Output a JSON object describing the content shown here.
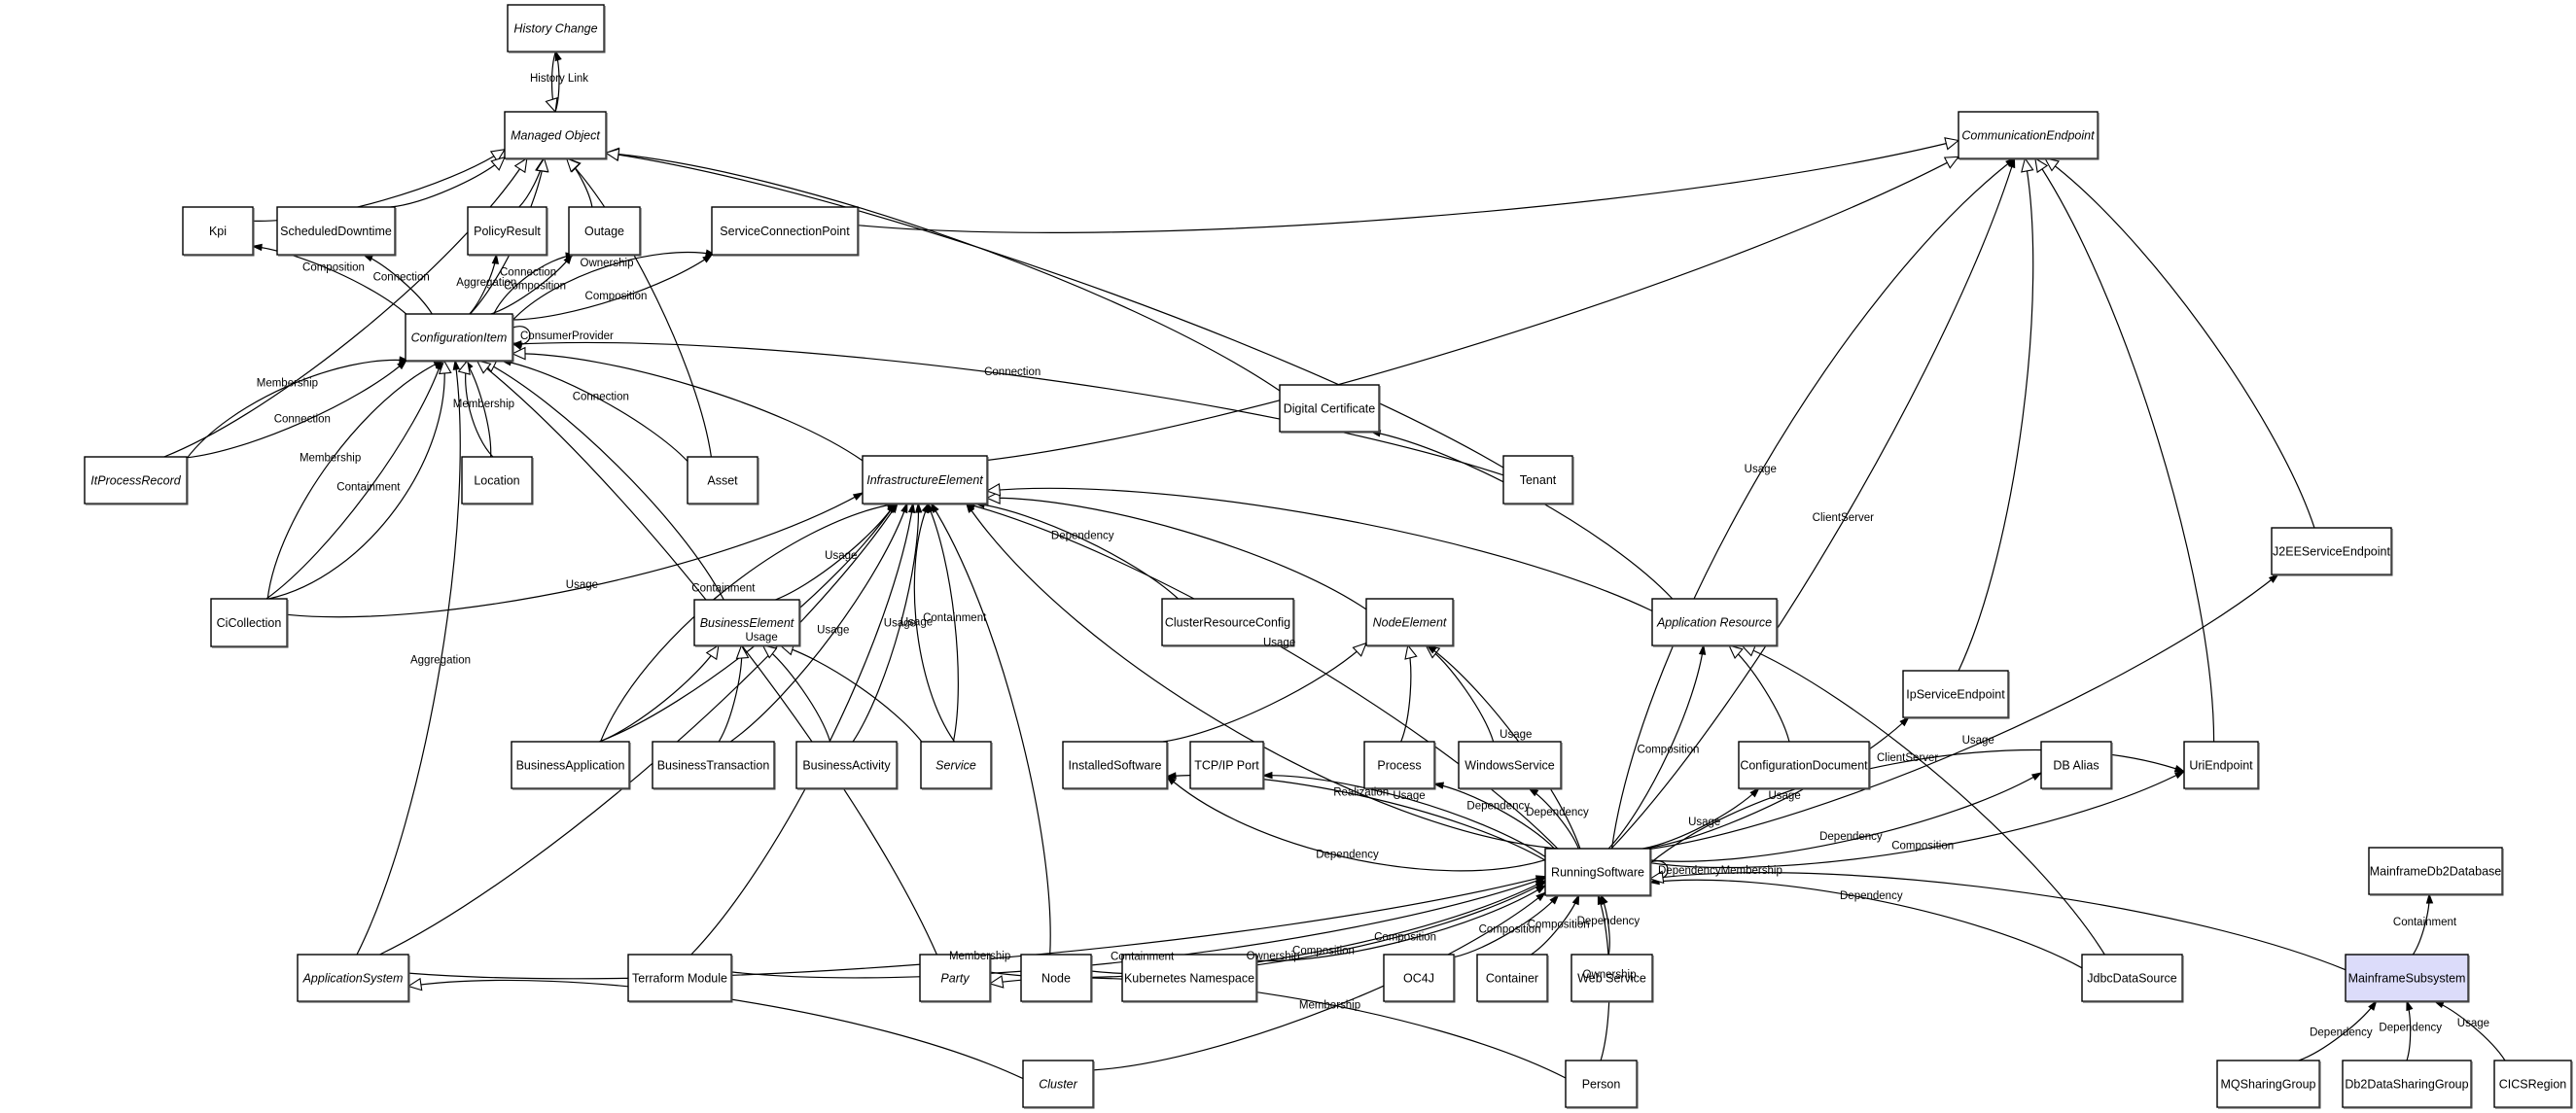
{
  "diagram": {
    "title": "CI Type Class Model",
    "highlight_color": "#dcdcfa",
    "nodes": [
      {
        "id": "history_change",
        "label": "History Change",
        "abstract": true
      },
      {
        "id": "managed_object",
        "label": "Managed Object",
        "abstract": true
      },
      {
        "id": "communication_endpoint",
        "label": "CommunicationEndpoint",
        "abstract": true
      },
      {
        "id": "kpi",
        "label": "Kpi",
        "abstract": false
      },
      {
        "id": "scheduled_downtime",
        "label": "ScheduledDowntime",
        "abstract": false
      },
      {
        "id": "policy_result",
        "label": "PolicyResult",
        "abstract": false
      },
      {
        "id": "outage",
        "label": "Outage",
        "abstract": false
      },
      {
        "id": "service_connection_point",
        "label": "ServiceConnectionPoint",
        "abstract": false
      },
      {
        "id": "configuration_item",
        "label": "ConfigurationItem",
        "abstract": true
      },
      {
        "id": "digital_certificate",
        "label": "Digital Certificate",
        "abstract": false
      },
      {
        "id": "it_process_record",
        "label": "ItProcessRecord",
        "abstract": true
      },
      {
        "id": "location",
        "label": "Location",
        "abstract": false
      },
      {
        "id": "asset",
        "label": "Asset",
        "abstract": false
      },
      {
        "id": "infrastructure_element",
        "label": "InfrastructureElement",
        "abstract": true
      },
      {
        "id": "tenant",
        "label": "Tenant",
        "abstract": false
      },
      {
        "id": "j2ee_service_endpoint",
        "label": "J2EEServiceEndpoint",
        "abstract": false
      },
      {
        "id": "ci_collection",
        "label": "CiCollection",
        "abstract": false
      },
      {
        "id": "business_element",
        "label": "BusinessElement",
        "abstract": true
      },
      {
        "id": "cluster_resource_config",
        "label": "ClusterResourceConfig",
        "abstract": false
      },
      {
        "id": "node_element",
        "label": "NodeElement",
        "abstract": true
      },
      {
        "id": "application_resource",
        "label": "Application Resource",
        "abstract": true
      },
      {
        "id": "ip_service_endpoint",
        "label": "IpServiceEndpoint",
        "abstract": false
      },
      {
        "id": "business_application",
        "label": "BusinessApplication",
        "abstract": false
      },
      {
        "id": "business_transaction",
        "label": "BusinessTransaction",
        "abstract": false
      },
      {
        "id": "business_activity",
        "label": "BusinessActivity",
        "abstract": false
      },
      {
        "id": "service",
        "label": "Service",
        "abstract": true
      },
      {
        "id": "installed_software",
        "label": "InstalledSoftware",
        "abstract": false
      },
      {
        "id": "tcpip_port",
        "label": "TCP/IP Port",
        "abstract": false
      },
      {
        "id": "process",
        "label": "Process",
        "abstract": false
      },
      {
        "id": "windows_service",
        "label": "WindowsService",
        "abstract": false
      },
      {
        "id": "configuration_document",
        "label": "ConfigurationDocument",
        "abstract": false
      },
      {
        "id": "db_alias",
        "label": "DB Alias",
        "abstract": false
      },
      {
        "id": "uri_endpoint",
        "label": "UriEndpoint",
        "abstract": false
      },
      {
        "id": "running_software",
        "label": "RunningSoftware",
        "abstract": false
      },
      {
        "id": "mainframe_db2_database",
        "label": "MainframeDb2Database",
        "abstract": false
      },
      {
        "id": "application_system",
        "label": "ApplicationSystem",
        "abstract": true
      },
      {
        "id": "terraform_module",
        "label": "Terraform Module",
        "abstract": false
      },
      {
        "id": "party",
        "label": "Party",
        "abstract": true
      },
      {
        "id": "node",
        "label": "Node",
        "abstract": false
      },
      {
        "id": "kubernetes_namespace",
        "label": "Kubernetes Namespace",
        "abstract": false
      },
      {
        "id": "oc4j",
        "label": "OC4J",
        "abstract": false
      },
      {
        "id": "container",
        "label": "Container",
        "abstract": false
      },
      {
        "id": "web_service",
        "label": "Web Service",
        "abstract": false
      },
      {
        "id": "jdbc_data_source",
        "label": "JdbcDataSource",
        "abstract": false
      },
      {
        "id": "mainframe_subsystem",
        "label": "MainframeSubsystem",
        "abstract": false,
        "highlighted": true
      },
      {
        "id": "cluster",
        "label": "Cluster",
        "abstract": true
      },
      {
        "id": "person",
        "label": "Person",
        "abstract": false
      },
      {
        "id": "mq_sharing_group",
        "label": "MQSharingGroup",
        "abstract": false
      },
      {
        "id": "db2_data_sharing_group",
        "label": "Db2DataSharingGroup",
        "abstract": false
      },
      {
        "id": "cics_region",
        "label": "CICSRegion",
        "abstract": false
      }
    ],
    "edges": [
      {
        "from": "managed_object",
        "to": "history_change",
        "kind": "association",
        "label": "History Link"
      },
      {
        "from": "history_change",
        "to": "managed_object",
        "kind": "generalization",
        "label": ""
      },
      {
        "from": "kpi",
        "to": "managed_object",
        "kind": "generalization",
        "label": ""
      },
      {
        "from": "scheduled_downtime",
        "to": "managed_object",
        "kind": "generalization",
        "label": ""
      },
      {
        "from": "policy_result",
        "to": "managed_object",
        "kind": "generalization",
        "label": ""
      },
      {
        "from": "outage",
        "to": "managed_object",
        "kind": "generalization",
        "label": ""
      },
      {
        "from": "configuration_item",
        "to": "managed_object",
        "kind": "generalization",
        "label": ""
      },
      {
        "from": "it_process_record",
        "to": "managed_object",
        "kind": "generalization",
        "label": ""
      },
      {
        "from": "asset",
        "to": "managed_object",
        "kind": "generalization",
        "label": ""
      },
      {
        "from": "digital_certificate",
        "to": "managed_object",
        "kind": "generalization",
        "label": ""
      },
      {
        "from": "tenant",
        "to": "managed_object",
        "kind": "generalization",
        "label": ""
      },
      {
        "from": "service_connection_point",
        "to": "communication_endpoint",
        "kind": "generalization",
        "label": ""
      },
      {
        "from": "infrastructure_element",
        "to": "communication_endpoint",
        "kind": "generalization",
        "label": "",
        "reverse": true
      },
      {
        "from": "ip_service_endpoint",
        "to": "communication_endpoint",
        "kind": "generalization",
        "label": ""
      },
      {
        "from": "uri_endpoint",
        "to": "communication_endpoint",
        "kind": "generalization",
        "label": ""
      },
      {
        "from": "j2ee_service_endpoint",
        "to": "communication_endpoint",
        "kind": "generalization",
        "label": ""
      },
      {
        "from": "running_software",
        "to": "communication_endpoint",
        "kind": "association",
        "label": "ClientServer"
      },
      {
        "from": "running_software",
        "to": "communication_endpoint",
        "kind": "association",
        "label": "Usage",
        "alt": 1
      },
      {
        "from": "configuration_item",
        "to": "kpi",
        "kind": "association",
        "label": "Composition"
      },
      {
        "from": "configuration_item",
        "to": "scheduled_downtime",
        "kind": "association",
        "label": "Connection"
      },
      {
        "from": "configuration_item",
        "to": "policy_result",
        "kind": "association",
        "label": "Aggregation"
      },
      {
        "from": "configuration_item",
        "to": "outage",
        "kind": "association",
        "label": "Composition"
      },
      {
        "from": "configuration_item",
        "to": "outage",
        "kind": "association",
        "label": "Connection",
        "alt": 1
      },
      {
        "from": "configuration_item",
        "to": "service_connection_point",
        "kind": "association",
        "label": "Composition"
      },
      {
        "from": "configuration_item",
        "to": "service_connection_point",
        "kind": "association",
        "label": "Ownership",
        "alt": 1
      },
      {
        "from": "configuration_item",
        "to": "configuration_item",
        "kind": "association",
        "label": "ConsumerProvider"
      },
      {
        "from": "it_process_record",
        "to": "configuration_item",
        "kind": "association",
        "label": "Connection"
      },
      {
        "from": "it_process_record",
        "to": "configuration_item",
        "kind": "association",
        "label": "Membership",
        "alt": 1
      },
      {
        "from": "ci_collection",
        "to": "configuration_item",
        "kind": "association",
        "label": "Containment"
      },
      {
        "from": "ci_collection",
        "to": "configuration_item",
        "kind": "association",
        "label": "Membership",
        "alt": 1
      },
      {
        "from": "ci_collection",
        "to": "configuration_item",
        "kind": "generalization",
        "label": "",
        "alt": 2
      },
      {
        "from": "location",
        "to": "configuration_item",
        "kind": "association",
        "label": "Membership"
      },
      {
        "from": "location",
        "to": "configuration_item",
        "kind": "generalization",
        "label": "",
        "alt": 1
      },
      {
        "from": "asset",
        "to": "configuration_item",
        "kind": "association",
        "label": "Connection"
      },
      {
        "from": "infrastructure_element",
        "to": "configuration_item",
        "kind": "generalization",
        "label": ""
      },
      {
        "from": "tenant",
        "to": "configuration_item",
        "kind": "association",
        "label": "Connection"
      },
      {
        "from": "business_element",
        "to": "configuration_item",
        "kind": "generalization",
        "label": ""
      },
      {
        "from": "application_system",
        "to": "configuration_item",
        "kind": "association",
        "label": "Aggregation"
      },
      {
        "from": "party",
        "to": "configuration_item",
        "kind": "generalization",
        "label": ""
      },
      {
        "from": "ci_collection",
        "to": "infrastructure_element",
        "kind": "association",
        "label": "Usage"
      },
      {
        "from": "application_system",
        "to": "infrastructure_element",
        "kind": "association",
        "label": ""
      },
      {
        "from": "terraform_module",
        "to": "infrastructure_element",
        "kind": "association",
        "label": ""
      },
      {
        "from": "business_application",
        "to": "infrastructure_element",
        "kind": "association",
        "label": "Usage"
      },
      {
        "from": "business_application",
        "to": "infrastructure_element",
        "kind": "association",
        "label": "Containment",
        "alt": 1
      },
      {
        "from": "business_element",
        "to": "infrastructure_element",
        "kind": "association",
        "label": "Usage"
      },
      {
        "from": "business_transaction",
        "to": "infrastructure_element",
        "kind": "association",
        "label": "Usage"
      },
      {
        "from": "business_activity",
        "to": "infrastructure_element",
        "kind": "association",
        "label": "Usage"
      },
      {
        "from": "service",
        "to": "infrastructure_element",
        "kind": "association",
        "label": "Containment"
      },
      {
        "from": "service",
        "to": "infrastructure_element",
        "kind": "association",
        "label": "Usage",
        "alt": 1
      },
      {
        "from": "cluster_resource_config",
        "to": "infrastructure_element",
        "kind": "association",
        "label": "Dependency"
      },
      {
        "from": "node",
        "to": "infrastructure_element",
        "kind": "association",
        "label": ""
      },
      {
        "from": "node_element",
        "to": "infrastructure_element",
        "kind": "generalization",
        "label": ""
      },
      {
        "from": "running_software",
        "to": "infrastructure_element",
        "kind": "association",
        "label": "Usage"
      },
      {
        "from": "application_resource",
        "to": "infrastructure_element",
        "kind": "generalization",
        "label": ""
      },
      {
        "from": "running_software",
        "to": "infrastructure_element",
        "kind": "association",
        "label": "",
        "alt": 1
      },
      {
        "from": "business_application",
        "to": "business_element",
        "kind": "generalization",
        "label": ""
      },
      {
        "from": "business_transaction",
        "to": "business_element",
        "kind": "generalization",
        "label": ""
      },
      {
        "from": "business_activity",
        "to": "business_element",
        "kind": "generalization",
        "label": ""
      },
      {
        "from": "service",
        "to": "business_element",
        "kind": "generalization",
        "label": ""
      },
      {
        "from": "installed_software",
        "to": "node_element",
        "kind": "generalization",
        "label": ""
      },
      {
        "from": "process",
        "to": "node_element",
        "kind": "generalization",
        "label": ""
      },
      {
        "from": "windows_service",
        "to": "node_element",
        "kind": "generalization",
        "label": ""
      },
      {
        "from": "running_software",
        "to": "node_element",
        "kind": "association",
        "label": "Usage"
      },
      {
        "from": "running_software",
        "to": "application_resource",
        "kind": "association",
        "label": "Composition"
      },
      {
        "from": "configuration_document",
        "to": "application_resource",
        "kind": "generalization",
        "label": ""
      },
      {
        "from": "jdbc_data_source",
        "to": "application_resource",
        "kind": "generalization",
        "label": ""
      },
      {
        "from": "application_resource",
        "to": "digital_certificate",
        "kind": "association",
        "label": ""
      },
      {
        "from": "running_software",
        "to": "installed_software",
        "kind": "association",
        "label": "Realization"
      },
      {
        "from": "running_software",
        "to": "installed_software",
        "kind": "association",
        "label": "Dependency",
        "alt": 1
      },
      {
        "from": "running_software",
        "to": "tcpip_port",
        "kind": "association",
        "label": "Usage"
      },
      {
        "from": "running_software",
        "to": "process",
        "kind": "association",
        "label": "Dependency"
      },
      {
        "from": "running_software",
        "to": "windows_service",
        "kind": "association",
        "label": "Dependency"
      },
      {
        "from": "running_software",
        "to": "configuration_document",
        "kind": "association",
        "label": "Usage"
      },
      {
        "from": "running_software",
        "to": "ip_service_endpoint",
        "kind": "association",
        "label": "Usage"
      },
      {
        "from": "running_software",
        "to": "db_alias",
        "kind": "association",
        "label": "Dependency"
      },
      {
        "from": "running_software",
        "to": "uri_endpoint",
        "kind": "association",
        "label": "Composition"
      },
      {
        "from": "running_software",
        "to": "uri_endpoint",
        "kind": "association",
        "label": "ClientServer",
        "alt": 1
      },
      {
        "from": "running_software",
        "to": "j2ee_service_endpoint",
        "kind": "association",
        "label": "Usage"
      },
      {
        "from": "running_software",
        "to": "running_software",
        "kind": "association",
        "label": "DependencyMembership"
      },
      {
        "from": "application_system",
        "to": "running_software",
        "kind": "association",
        "label": "Membership"
      },
      {
        "from": "terraform_module",
        "to": "running_software",
        "kind": "association",
        "label": "Containment"
      },
      {
        "from": "party",
        "to": "running_software",
        "kind": "association",
        "label": "Ownership"
      },
      {
        "from": "node",
        "to": "running_software",
        "kind": "association",
        "label": "Composition"
      },
      {
        "from": "kubernetes_namespace",
        "to": "running_software",
        "kind": "association",
        "label": "Composition"
      },
      {
        "from": "cluster",
        "to": "running_software",
        "kind": "association",
        "label": "Membership"
      },
      {
        "from": "oc4j",
        "to": "running_software",
        "kind": "association",
        "label": "Composition"
      },
      {
        "from": "container",
        "to": "running_software",
        "kind": "association",
        "label": "Composition"
      },
      {
        "from": "web_service",
        "to": "running_software",
        "kind": "association",
        "label": "Dependency"
      },
      {
        "from": "person",
        "to": "running_software",
        "kind": "association",
        "label": "Ownership"
      },
      {
        "from": "jdbc_data_source",
        "to": "running_software",
        "kind": "association",
        "label": "Dependency"
      },
      {
        "from": "mainframe_subsystem",
        "to": "running_software",
        "kind": "generalization",
        "label": ""
      },
      {
        "from": "cluster",
        "to": "application_system",
        "kind": "generalization",
        "label": ""
      },
      {
        "from": "person",
        "to": "party",
        "kind": "generalization",
        "label": ""
      },
      {
        "from": "mainframe_subsystem",
        "to": "mainframe_db2_database",
        "kind": "association",
        "label": "Containment"
      },
      {
        "from": "mq_sharing_group",
        "to": "mainframe_subsystem",
        "kind": "association",
        "label": "Dependency"
      },
      {
        "from": "db2_data_sharing_group",
        "to": "mainframe_subsystem",
        "kind": "association",
        "label": "Dependency"
      },
      {
        "from": "cics_region",
        "to": "mainframe_subsystem",
        "kind": "association",
        "label": "Usage"
      }
    ]
  }
}
